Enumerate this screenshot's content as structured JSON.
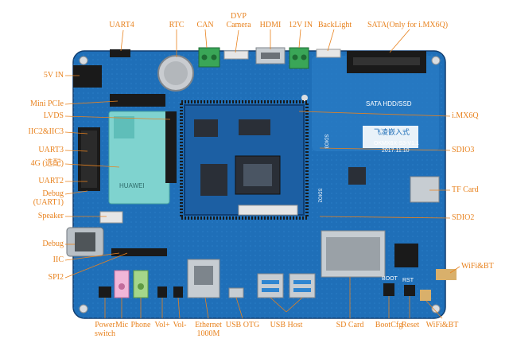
{
  "colors": {
    "label": "#e8821e",
    "leader": "#e8821e",
    "board": "#1f6fb8",
    "board_dark": "#174f8c",
    "module": "#1c5fa3",
    "soc": "#2a2f37",
    "module_4g": "#7fd3cf",
    "connector_green": "#3aa657",
    "silver": "#c7cdd2"
  },
  "board_print": {
    "brand": "飞凌嵌入式",
    "model": "OKMX6X-S3-V1.1",
    "date": "2017.11.10",
    "sata": "SATA HDD/SSD",
    "sdio3": "SDIO3",
    "sdio2": "SDIO2",
    "huawei": "HUAWEI",
    "boot": "BOOT",
    "rst": "RST"
  },
  "labels": {
    "uart4": "UART4",
    "rtc": "RTC",
    "can": "CAN",
    "dvp_camera_1": "DVP",
    "dvp_camera_2": "Camera",
    "hdmi": "HDMI",
    "in_12v": "12V IN",
    "backlight": "BackLight",
    "sata": "SATA(Only for i.MX6Q)",
    "in_5v": "5V IN",
    "mini_pcie": "Mini PCIe",
    "lvds": "LVDS",
    "iic2_iic3": "IIC2&IIC3",
    "uart3": "UART3",
    "g4": "4G (选配)",
    "uart2": "UART2",
    "debug_uart1_1": "Debug",
    "debug_uart1_2": "(UART1)",
    "speaker": "Speaker",
    "debug": "Debug",
    "iic": "IIC",
    "spi2": "SPI2",
    "imx6q": "i.MX6Q",
    "sdio3": "SDIO3",
    "tf_card": "TF Card",
    "sdio2": "SDIO2",
    "wifi_bt_top": "WiFi&BT",
    "power_switch_1": "Power",
    "power_switch_2": "switch",
    "mic": "Mic",
    "phone": "Phone",
    "vol_plus": "Vol+",
    "vol_minus": "Vol-",
    "ethernet_1": "Ethernet",
    "ethernet_2": "1000M",
    "usb_otg": "USB OTG",
    "usb_host": "USB Host",
    "sd_card": "SD Card",
    "bootcfg": "BootCfg",
    "reset": "Reset",
    "wifi_bt_bottom": "WiFi&BT"
  }
}
